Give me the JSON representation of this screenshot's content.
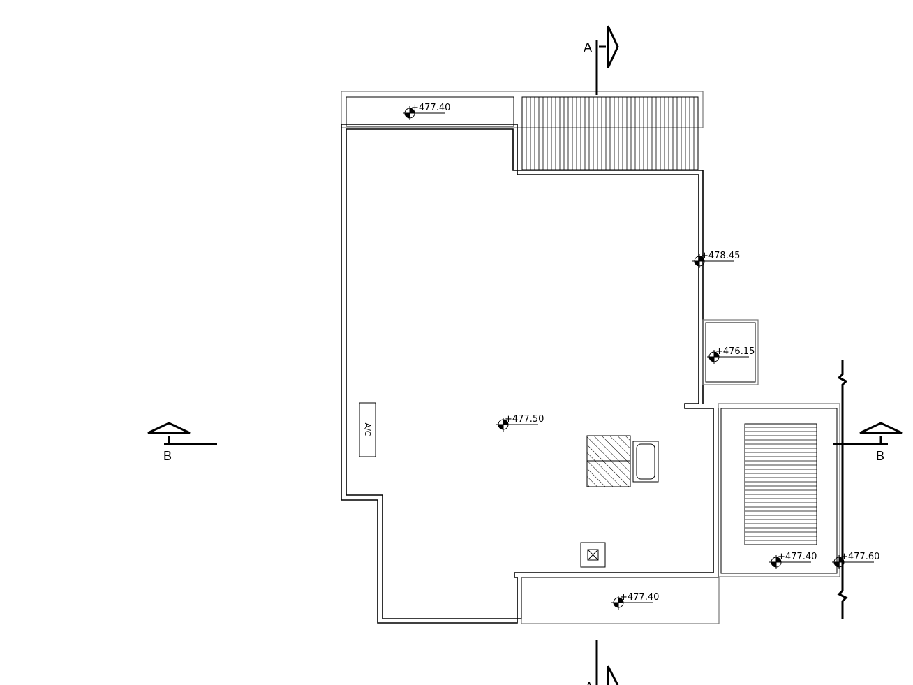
{
  "section_marks": {
    "a_top": "A",
    "a_bottom": "A",
    "b_left": "B",
    "b_right": "B"
  },
  "equipment": {
    "ac_label": "A/C"
  },
  "levels": [
    {
      "id": "level-top-left-terrace",
      "value": "+477.40"
    },
    {
      "id": "level-right-wall",
      "value": "+478.45"
    },
    {
      "id": "level-small-box",
      "value": "+476.15"
    },
    {
      "id": "level-roof-center",
      "value": "+477.50"
    },
    {
      "id": "level-right-deck",
      "value": "+477.40"
    },
    {
      "id": "level-right-edge",
      "value": "+477.60"
    },
    {
      "id": "level-bottom-terrace",
      "value": "+477.40"
    }
  ]
}
